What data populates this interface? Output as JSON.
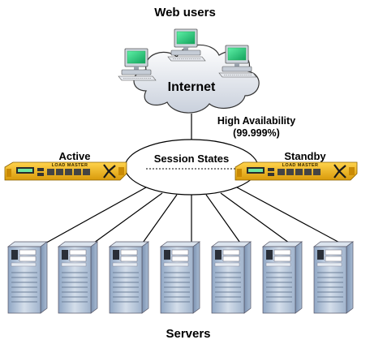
{
  "diagram": {
    "title_web_users": "Web users",
    "cloud_label": "Internet",
    "ha_label_line1": "High Availability",
    "ha_label_line2": "(99.999%)",
    "session_label": "Session States",
    "active_label": "Active",
    "standby_label": "Standby",
    "appliance_brand": "LOAD MASTER",
    "servers_label": "Servers",
    "server_count": 7,
    "web_user_count": 3
  },
  "colors": {
    "appliance_body": "#f2b61f",
    "appliance_dark": "#6b4a05",
    "monitor_screen": "#2fd07f",
    "server_body": "#b9c9dd",
    "cloud_fill": "#e3e7ee",
    "line": "#000000"
  },
  "icons": [
    "monitor-icon",
    "cloud-icon",
    "load-balancer-appliance-icon",
    "server-tower-icon"
  ]
}
